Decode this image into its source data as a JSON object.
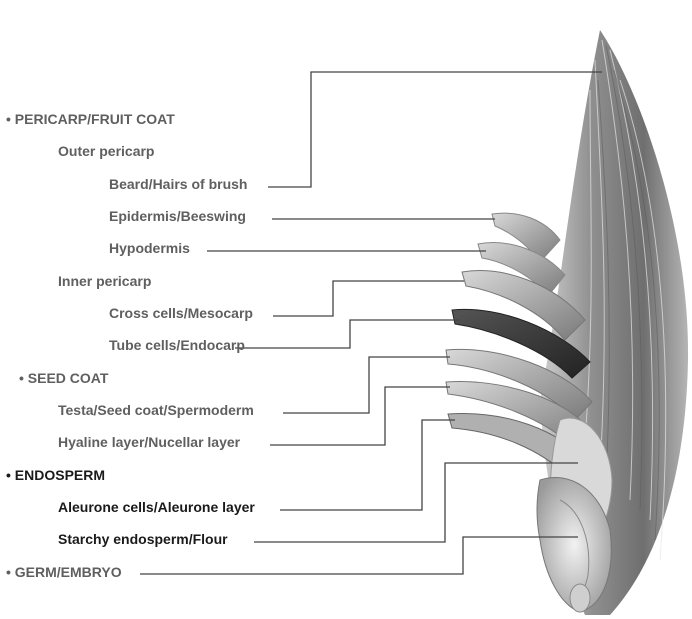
{
  "labels": {
    "pericarp": "• PERICARP/FRUIT COAT",
    "outer_pericarp": "Outer pericarp",
    "beard": "Beard/Hairs of brush",
    "epidermis": "Epidermis/Beeswing",
    "hypodermis": "Hypodermis",
    "inner_pericarp": "Inner pericarp",
    "cross_cells": "Cross cells/Mesocarp",
    "tube_cells": "Tube cells/Endocarp",
    "seed_coat": "• SEED COAT",
    "testa": "Testa/Seed coat/Spermoderm",
    "hyaline": "Hyaline layer/Nucellar layer",
    "endosperm": "• ENDOSPERM",
    "aleurone": "Aleurone cells/Aleurone layer",
    "starchy": "Starchy endosperm/Flour",
    "germ": "• GERM/EMBRYO"
  },
  "colors": {
    "label_gray": "#5f5f5f",
    "label_dark": "#1a1a1a",
    "leader_line": "#444444"
  }
}
